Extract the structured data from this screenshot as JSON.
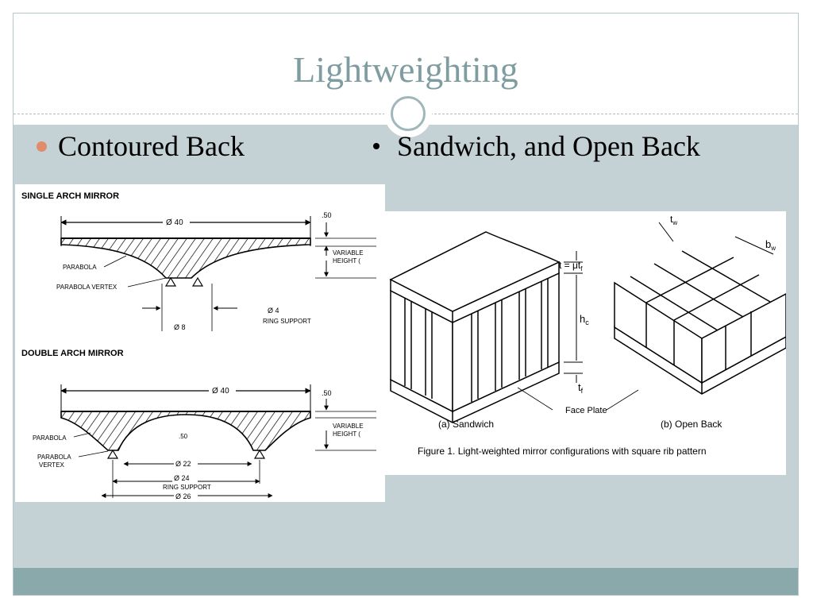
{
  "slide": {
    "title": "Lightweighting",
    "bullets": {
      "left": "Contoured Back",
      "right": "Sandwich, and Open Back"
    }
  },
  "left_figure": {
    "single": {
      "heading": "SINGLE ARCH MIRROR",
      "dia_top": "Ø 40",
      "thickness": ".50",
      "variable": "VARIABLE",
      "height": "HEIGHT (",
      "parabola": "PARABOLA",
      "vertex": "PARABOLA VERTEX",
      "ring_dia": "Ø 4",
      "ring_support": "RING SUPPORT",
      "dia_bottom": "Ø 8"
    },
    "double": {
      "heading": "DOUBLE ARCH MIRROR",
      "dia_top": "Ø 40",
      "thickness": ".50",
      "variable": "VARIABLE",
      "height": "HEIGHT (",
      "parabola": "PARABOLA",
      "vertex_line1": "PARABOLA",
      "vertex_line2": "VERTEX",
      "center_thickness": ".50",
      "dia_22": "Ø 22",
      "dia_24": "Ø 24",
      "ring_support": "RING SUPPORT",
      "dia_26": "Ø 26"
    }
  },
  "right_figure": {
    "tw": "t",
    "tw_sub": "w",
    "bw": "b",
    "bw_sub": "w",
    "t_eq": "t = μt",
    "t_eq_sub": "f",
    "hc": "h",
    "hc_sub": "c",
    "tf": "t",
    "tf_sub": "f",
    "face_plate": "Face Plate",
    "label_a": "(a)  Sandwich",
    "label_b": "(b)  Open Back",
    "caption": "Figure 1. Light-weighted mirror configurations with square rib pattern"
  },
  "colors": {
    "title": "#7f9da1",
    "content_bg": "#c4d2d5",
    "footer_bg": "#8aa9ab",
    "bullet_left": "#e08b6c"
  }
}
